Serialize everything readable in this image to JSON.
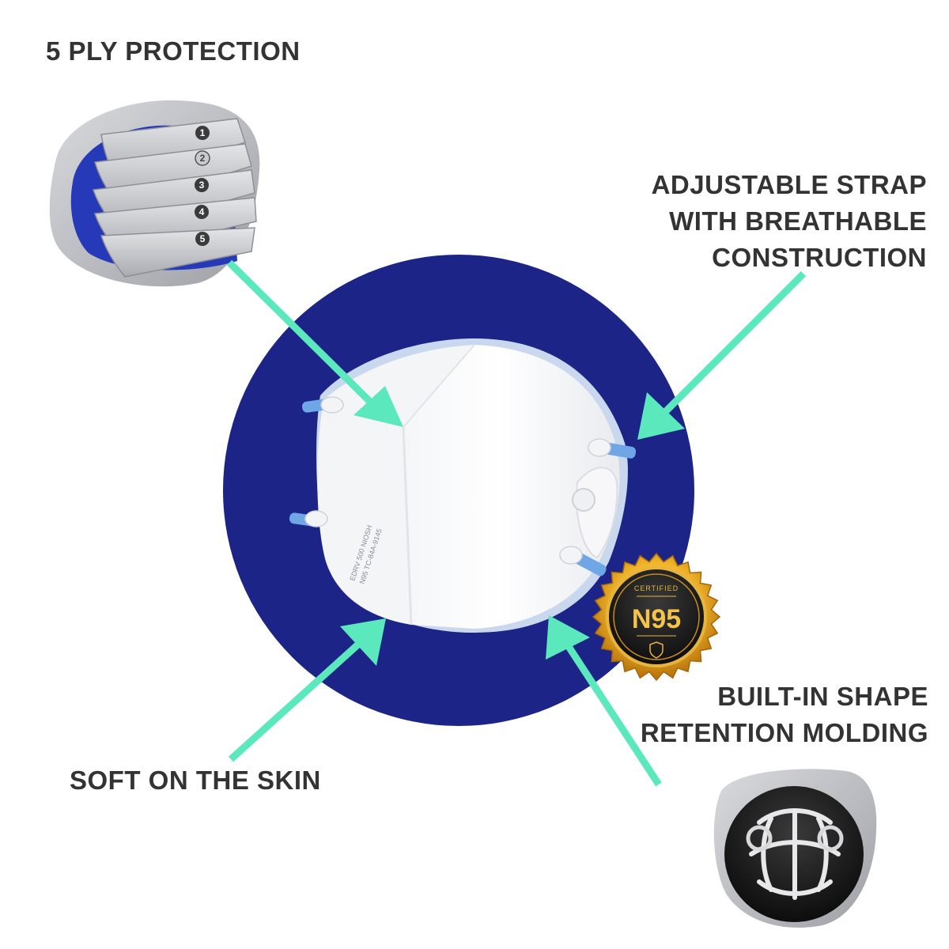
{
  "labels": {
    "ply_protection": "5 PLY PROTECTION",
    "strap": [
      "ADJUSTABLE STRAP",
      "WITH BREATHABLE",
      "CONSTRUCTION"
    ],
    "shape_retention": [
      "BUILT-IN SHAPE",
      "RETENTION MOLDING"
    ],
    "soft": "SOFT ON THE SKIN"
  },
  "ply_layers": [
    "1",
    "2",
    "3",
    "4",
    "5"
  ],
  "badge": {
    "top_text": "CERTIFIED",
    "main_text": "N95"
  },
  "mask_print": [
    "EDRV 500 NIOSH",
    "N95 TC-84A-9145"
  ],
  "colors": {
    "circle": "#1c2488",
    "arrow": "#5ce8bd",
    "strap": "#6fa6e6",
    "badge_gold": "#e0a020",
    "text": "#333333"
  }
}
